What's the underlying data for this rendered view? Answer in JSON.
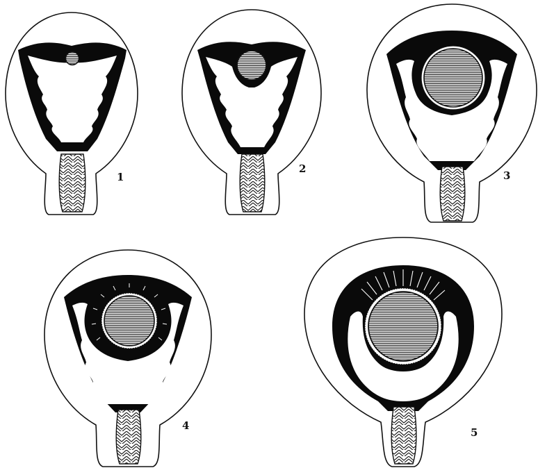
{
  "figures": [
    {
      "label": "1"
    },
    {
      "label": "2"
    },
    {
      "label": "3"
    },
    {
      "label": "4"
    },
    {
      "label": "5"
    }
  ],
  "colors": {
    "ink": "#0a0a0a",
    "paper": "#ffffff",
    "ovum_fill": "#9a9a9a"
  }
}
